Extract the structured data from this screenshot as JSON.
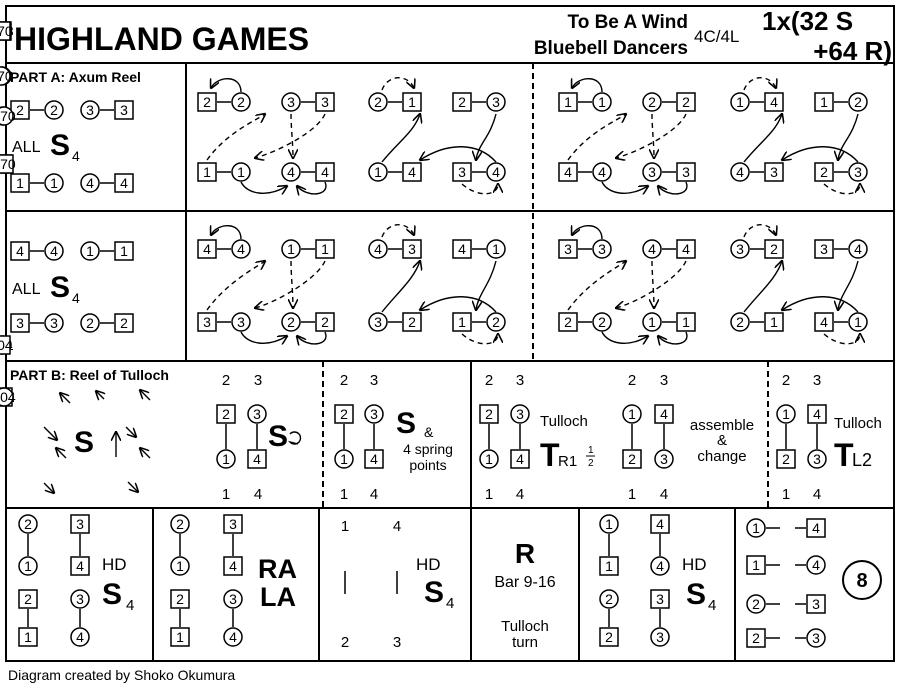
{
  "header": {
    "title": "HIGHLAND GAMES",
    "music": "To Be A Wind",
    "devisor": "Bluebell Dancers",
    "formation": "4C/4L",
    "repeat_line1": "1x(32 S",
    "repeat_line2": "+64 R)"
  },
  "part_a": {
    "label": "PART A: Axum Reel",
    "all_label": "ALL",
    "step": "S",
    "bars": "4"
  },
  "part_b": {
    "label": "PART B: Reel of Tulloch",
    "s_label": "S",
    "amp": "&",
    "spring_line1": "4 spring",
    "spring_line2": "points",
    "tulloch": "Tulloch",
    "t_label": "T",
    "r1": "R1",
    "half_num": "1",
    "half_den": "2",
    "l2": "L2",
    "assemble_line1": "assemble",
    "assemble_line2": "&",
    "assemble_line3": "change",
    "pos_2": "2",
    "pos_3": "3",
    "pos_1": "1",
    "pos_4": "4"
  },
  "bottom": {
    "hd": "HD",
    "s_label": "S",
    "bars": "4",
    "ra": "RA",
    "la": "LA",
    "r_label": "R",
    "bar_range": "Bar 9-16",
    "tulloch_line1": "Tulloch",
    "tulloch_line2": "turn",
    "repeat_circle": "8",
    "pos_1": "1",
    "pos_4": "4",
    "pos_2": "2",
    "pos_3": "3"
  },
  "footer": {
    "credit": "Diagram created by Shoko Okumura"
  }
}
